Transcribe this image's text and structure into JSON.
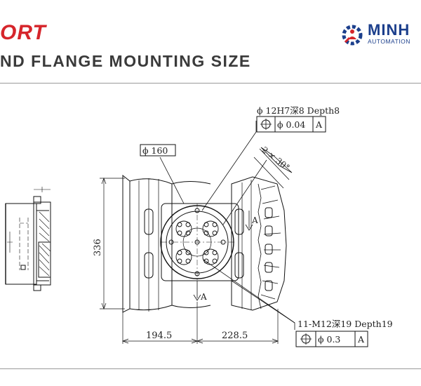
{
  "header": {
    "brand_word": "ORT",
    "title": "ND FLANGE MOUNTING SIZE"
  },
  "logo": {
    "name": "MINH",
    "sub": "AUTOMATION",
    "icon": "gear-person-icon",
    "colors": {
      "primary": "#1c3f8c",
      "accent": "#d6252b"
    }
  },
  "drawing": {
    "callout_top": "ϕ 12H7深8 Depth8",
    "fcf_top": {
      "symbol": "⌖",
      "tolerance": "ϕ 0.04",
      "datum": "A"
    },
    "diameter_label": "ϕ 160",
    "chamfer_label": "2 × 30°",
    "height_dim": "336",
    "left_width_dim": "194.5",
    "right_width_dim": "228.5",
    "callout_bottom": "11-M12深19 Depth19",
    "fcf_bottom": {
      "symbol": "⌖",
      "tolerance": "ϕ 0.3",
      "datum": "A"
    },
    "datum_a_1": "A",
    "datum_a_2": "A"
  },
  "colors": {
    "brand_red": "#d6252b",
    "title_gray": "#3a3a3a",
    "line": "#111111"
  }
}
